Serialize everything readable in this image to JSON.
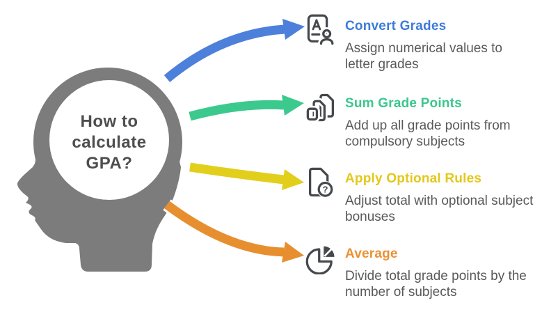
{
  "background_color": "#ffffff",
  "head": {
    "title": "How to\ncalculate\nGPA?",
    "silhouette_color": "#7c7c7c",
    "text_color": "#4e4e4e"
  },
  "steps": [
    {
      "title": "Convert Grades",
      "description": "Assign numerical values to letter grades",
      "color": "#3d7cd9",
      "arrow_color": "#4d80da",
      "icon": "grade-card-icon"
    },
    {
      "title": "Sum Grade Points",
      "description": "Add up all grade points from compulsory subjects",
      "color": "#3dc68f",
      "arrow_color": "#3bc98e",
      "icon": "stacked-pages-icon"
    },
    {
      "title": "Apply Optional Rules",
      "description": "Adjust total with optional subject bonuses",
      "color": "#e3c81c",
      "arrow_color": "#e2cf1b",
      "icon": "document-question-icon"
    },
    {
      "title": "Average",
      "description": "Divide total grade points by the number of subjects",
      "color": "#eb9134",
      "arrow_color": "#e78f2f",
      "icon": "pie-chart-icon"
    }
  ]
}
